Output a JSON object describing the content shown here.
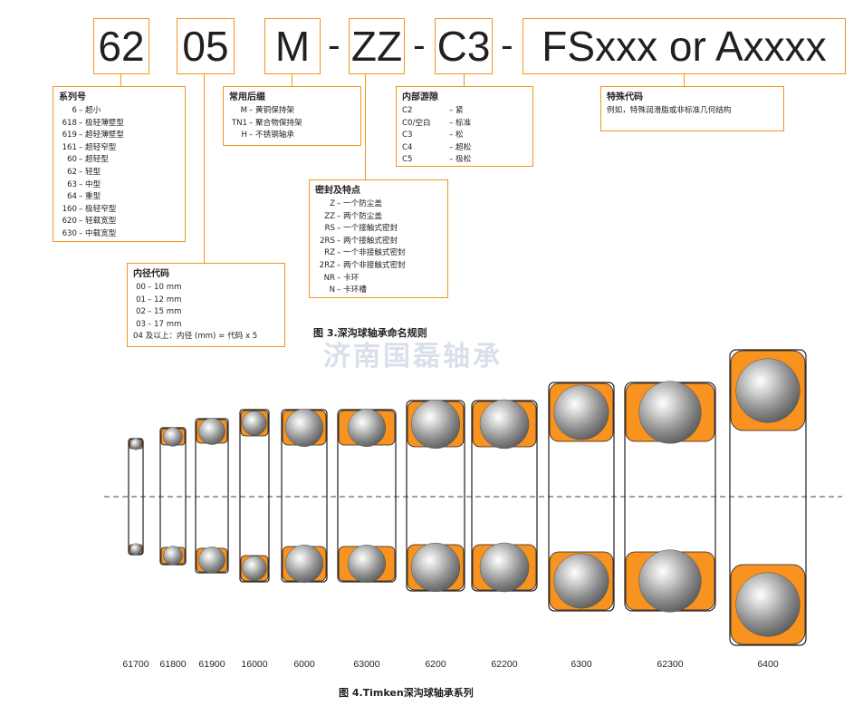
{
  "code_parts": [
    "62",
    "05",
    "M",
    "ZZ",
    "C3",
    "FSxxx or Axxxx"
  ],
  "dash": "-",
  "series_box": {
    "title": "系列号",
    "rows": [
      {
        "code": "6",
        "desc": "– 超小"
      },
      {
        "code": "618",
        "desc": "– 极轻薄壁型"
      },
      {
        "code": "619",
        "desc": "– 超轻薄壁型"
      },
      {
        "code": "161",
        "desc": "– 超轻窄型"
      },
      {
        "code": "60",
        "desc": "– 超轻型"
      },
      {
        "code": "62",
        "desc": "– 轻型"
      },
      {
        "code": "63",
        "desc": "– 中型"
      },
      {
        "code": "64",
        "desc": "– 重型"
      },
      {
        "code": "160",
        "desc": "– 极轻窄型"
      },
      {
        "code": "620",
        "desc": "– 轻载宽型"
      },
      {
        "code": "630",
        "desc": "– 中载宽型"
      }
    ]
  },
  "bore_box": {
    "title": "内径代码",
    "rows": [
      {
        "code": "00",
        "desc": "– 10 mm"
      },
      {
        "code": "01",
        "desc": "– 12 mm"
      },
      {
        "code": "02",
        "desc": "– 15 mm"
      },
      {
        "code": "03",
        "desc": "– 17 mm"
      }
    ],
    "note": "04 及以上：内径 (mm) = 代码 x 5"
  },
  "suffix_box": {
    "title": "常用后缀",
    "rows": [
      {
        "code": "M",
        "desc": "– 黄铜保持架"
      },
      {
        "code": "TN1",
        "desc": "– 聚合物保持架"
      },
      {
        "code": "H",
        "desc": "– 不锈钢轴承"
      }
    ]
  },
  "seal_box": {
    "title": "密封及特点",
    "rows": [
      {
        "code": "Z",
        "desc": "– 一个防尘盖"
      },
      {
        "code": "ZZ",
        "desc": "– 两个防尘盖"
      },
      {
        "code": "RS",
        "desc": "– 一个接触式密封"
      },
      {
        "code": "2RS",
        "desc": "– 两个接触式密封"
      },
      {
        "code": "RZ",
        "desc": "– 一个非接触式密封"
      },
      {
        "code": "2RZ",
        "desc": "– 两个非接触式密封"
      },
      {
        "code": "NR",
        "desc": "– 卡环"
      },
      {
        "code": "N",
        "desc": "– 卡环槽"
      }
    ]
  },
  "clearance_box": {
    "title": "内部游隙",
    "rows": [
      {
        "code": "C2",
        "desc": "– 紧"
      },
      {
        "code": "C0/空白",
        "desc": "– 标准"
      },
      {
        "code": "C3",
        "desc": "– 松"
      },
      {
        "code": "C4",
        "desc": "– 超松"
      },
      {
        "code": "C5",
        "desc": "– 极松"
      }
    ]
  },
  "special_box": {
    "title": "特殊代码",
    "text": "例如，特殊润滑脂或非标准几何结构"
  },
  "figure3_caption": "图 3.深沟球轴承命名规则",
  "watermark": "济南国磊轴承",
  "bearing_labels": [
    "61700",
    "61800",
    "61900",
    "16000",
    "6000",
    "63000",
    "6200",
    "62200",
    "6300",
    "62300",
    "6400"
  ],
  "figure4_caption": "图 4.Timken深沟球轴承系列",
  "colors": {
    "accent": "#f7931e",
    "text": "#231f20",
    "ball": "#9a9a9a",
    "watermark": "#d9e0ea"
  }
}
